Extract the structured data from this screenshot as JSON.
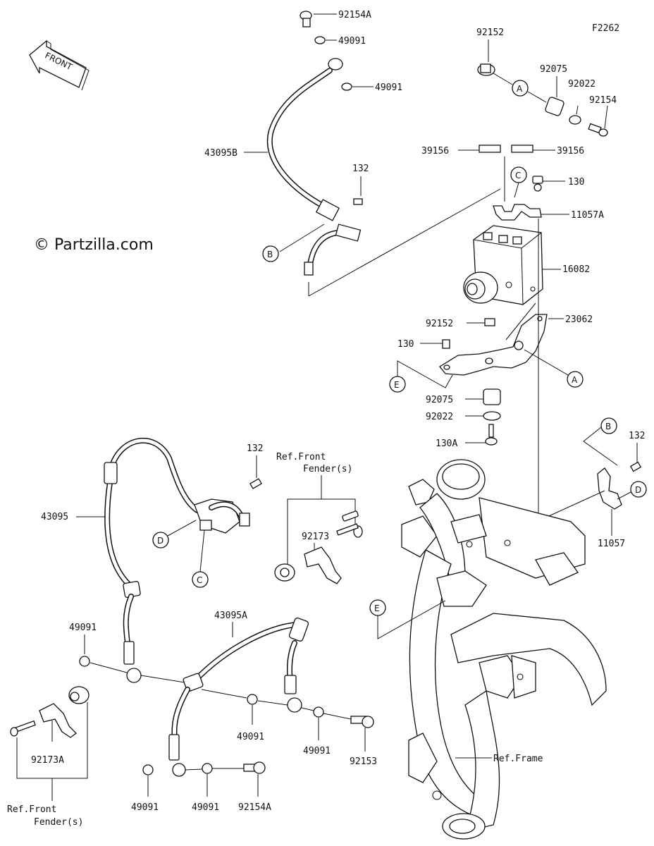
{
  "diagram_id": "F2262",
  "watermark": "© Partzilla.com",
  "front_arrow": "FRONT",
  "reference_letters": [
    "A",
    "B",
    "C",
    "D",
    "E"
  ],
  "parts": {
    "p92154A_top": "92154A",
    "p49091_a": "49091",
    "p49091_b": "49091",
    "p43095B": "43095B",
    "p132_a": "132",
    "p92152_top": "92152",
    "p92075_top": "92075",
    "p92022_top": "92022",
    "p92154_top": "92154",
    "p39156_left": "39156",
    "p39156_right": "39156",
    "p130_top": "130",
    "p11057A": "11057A",
    "p16082": "16082",
    "p92152_mid": "92152",
    "p23062": "23062",
    "p130_mid": "130",
    "p92075_mid": "92075",
    "p92022_mid": "92022",
    "p130A": "130A",
    "p132_right": "132",
    "p11057": "11057",
    "p132_b": "132",
    "p43095": "43095",
    "ref_front_fender_top_1": "Ref.Front",
    "ref_front_fender_top_2": "Fender(s)",
    "p92173": "92173",
    "p43095A": "43095A",
    "p49091_c": "49091",
    "p49091_d": "49091",
    "p49091_e": "49091",
    "p92153": "92153",
    "p92173A": "92173A",
    "p49091_f": "49091",
    "p49091_g": "49091",
    "p92154A_bot": "92154A",
    "ref_front_fender_bot_1": "Ref.Front",
    "ref_front_fender_bot_2": "Fender(s)",
    "ref_frame": "Ref.Frame"
  }
}
